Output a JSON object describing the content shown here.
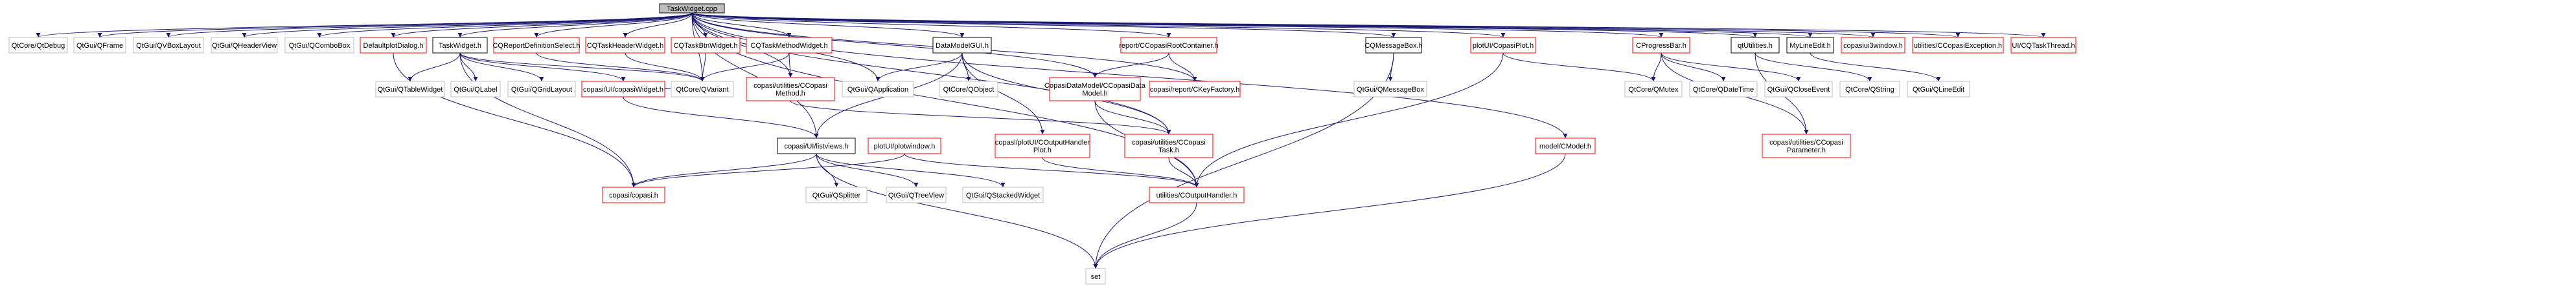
{
  "diagram": {
    "root": "TaskWidget.cpp",
    "nodes": [
      {
        "id": "root",
        "label": "TaskWidget.cpp",
        "style": "root"
      },
      {
        "id": "qdebug",
        "label": "QtCore/QtDebug",
        "style": "gray"
      },
      {
        "id": "qframe",
        "label": "QtGui/QFrame",
        "style": "gray"
      },
      {
        "id": "qvbox",
        "label": "QtGui/QVBoxLayout",
        "style": "gray"
      },
      {
        "id": "qheader",
        "label": "QtGui/QHeaderView",
        "style": "gray"
      },
      {
        "id": "qcombo",
        "label": "QtGui/QComboBox",
        "style": "gray"
      },
      {
        "id": "defplot",
        "label": "DefaultplotDialog.h",
        "style": "red"
      },
      {
        "id": "taskwh",
        "label": "TaskWidget.h",
        "style": "black"
      },
      {
        "id": "cqrepdef",
        "label": "CQReportDefinitionSelect.h",
        "style": "red"
      },
      {
        "id": "cqtaskhdr",
        "label": "CQTaskHeaderWidget.h",
        "style": "red"
      },
      {
        "id": "cqtaskbtn",
        "label": "CQTaskBtnWidget.h",
        "style": "red"
      },
      {
        "id": "cqtaskmeth",
        "label": "CQTaskMethodWidget.h",
        "style": "red"
      },
      {
        "id": "dmgui",
        "label": "DataModelGUI.h",
        "style": "black"
      },
      {
        "id": "repcont",
        "label": "report/CCopasiRootContainer.h",
        "style": "red"
      },
      {
        "id": "cqmsg",
        "label": "CQMessageBox.h",
        "style": "black"
      },
      {
        "id": "plotui",
        "label": "plotUI/CopasiPlot.h",
        "style": "red"
      },
      {
        "id": "cqprog",
        "label": "CProgressBar.h",
        "style": "red"
      },
      {
        "id": "qtutil",
        "label": "qtUtilities.h",
        "style": "black"
      },
      {
        "id": "mylineedit",
        "label": "MyLineEdit.h",
        "style": "black"
      },
      {
        "id": "copwin",
        "label": "copasiui3window.h",
        "style": "red"
      },
      {
        "id": "copexc",
        "label": "utilities/CCopasiException.h",
        "style": "red"
      },
      {
        "id": "cqtaskthr",
        "label": "UI/CQTaskThread.h",
        "style": "red"
      },
      {
        "id": "qtablew",
        "label": "QtGui/QTableWidget",
        "style": "gray"
      },
      {
        "id": "qlabel",
        "label": "QtGui/QLabel",
        "style": "gray"
      },
      {
        "id": "qgrid",
        "label": "QtGui/QGridLayout",
        "style": "gray"
      },
      {
        "id": "copwidget",
        "label": "copasi/UI/copasiWidget.h",
        "style": "red"
      },
      {
        "id": "qvariant",
        "label": "QtCore/QVariant",
        "style": "gray"
      },
      {
        "id": "copmeth",
        "label": "copasi/utilities/CCopasi\nMethod.h",
        "style": "red"
      },
      {
        "id": "qapp",
        "label": "QtGui/QApplication",
        "style": "gray"
      },
      {
        "id": "qobject",
        "label": "QtCore/QObject",
        "style": "gray"
      },
      {
        "id": "copdm",
        "label": "CopasiDataModel/CCopasiData\nModel.h",
        "style": "red"
      },
      {
        "id": "ckeyfac",
        "label": "copasi/report/CKeyFactory.h",
        "style": "red"
      },
      {
        "id": "qmsgbox",
        "label": "QtGui/QMessageBox",
        "style": "gray"
      },
      {
        "id": "qmutex",
        "label": "QtCore/QMutex",
        "style": "gray"
      },
      {
        "id": "qdatetime",
        "label": "QtCore/QDateTime",
        "style": "gray"
      },
      {
        "id": "qcloseev",
        "label": "QtGui/QCloseEvent",
        "style": "gray"
      },
      {
        "id": "qstring",
        "label": "QtCore/QString",
        "style": "gray"
      },
      {
        "id": "qlineedit",
        "label": "QtGui/QLineEdit",
        "style": "gray"
      },
      {
        "id": "listviews",
        "label": "copasi/UI/listviews.h",
        "style": "black"
      },
      {
        "id": "plotwin",
        "label": "plotUI/plotwindow.h",
        "style": "red"
      },
      {
        "id": "outhandplot",
        "label": "copasi/plotUI/COutputHandler\nPlot.h",
        "style": "red"
      },
      {
        "id": "coptask",
        "label": "copasi/utilities/CCopasi\nTask.h",
        "style": "red"
      },
      {
        "id": "coppar",
        "label": "copasi/utilities/CCopasi\nParameter.h",
        "style": "red"
      },
      {
        "id": "cmodel",
        "label": "model/CModel.h",
        "style": "red"
      },
      {
        "id": "copasih",
        "label": "copasi/copasi.h",
        "style": "red"
      },
      {
        "id": "qsplitter",
        "label": "QtGui/QSplitter",
        "style": "gray"
      },
      {
        "id": "qtreeview",
        "label": "QtGui/QTreeView",
        "style": "gray"
      },
      {
        "id": "qstacked",
        "label": "QtGui/QStackedWidget",
        "style": "gray"
      },
      {
        "id": "outhand",
        "label": "utilities/COutputHandler.h",
        "style": "red"
      },
      {
        "id": "set",
        "label": "set",
        "style": "gray"
      }
    ],
    "edges": [
      [
        "root",
        "qdebug"
      ],
      [
        "root",
        "qframe"
      ],
      [
        "root",
        "qvbox"
      ],
      [
        "root",
        "qheader"
      ],
      [
        "root",
        "qcombo"
      ],
      [
        "root",
        "defplot"
      ],
      [
        "root",
        "taskwh"
      ],
      [
        "root",
        "cqrepdef"
      ],
      [
        "root",
        "cqtaskhdr"
      ],
      [
        "root",
        "cqtaskbtn"
      ],
      [
        "root",
        "cqtaskmeth"
      ],
      [
        "root",
        "dmgui"
      ],
      [
        "root",
        "repcont"
      ],
      [
        "root",
        "cqmsg"
      ],
      [
        "root",
        "plotui"
      ],
      [
        "root",
        "cqprog"
      ],
      [
        "root",
        "qtutil"
      ],
      [
        "root",
        "mylineedit"
      ],
      [
        "root",
        "copwin"
      ],
      [
        "root",
        "copexc"
      ],
      [
        "root",
        "cqtaskthr"
      ],
      [
        "root",
        "qapp"
      ],
      [
        "root",
        "qvariant"
      ],
      [
        "root",
        "copmeth"
      ],
      [
        "root",
        "copdm"
      ],
      [
        "root",
        "ckeyfac"
      ],
      [
        "root",
        "coptask"
      ],
      [
        "root",
        "outhand"
      ],
      [
        "root",
        "cmodel"
      ],
      [
        "root",
        "listviews"
      ],
      [
        "taskwh",
        "qtablew"
      ],
      [
        "taskwh",
        "qlabel"
      ],
      [
        "taskwh",
        "qgrid"
      ],
      [
        "taskwh",
        "copwidget"
      ],
      [
        "taskwh",
        "qvariant"
      ],
      [
        "taskwh",
        "copasih"
      ],
      [
        "defplot",
        "copasih"
      ],
      [
        "cqrepdef",
        "qvariant"
      ],
      [
        "cqtaskhdr",
        "qvariant"
      ],
      [
        "cqtaskbtn",
        "qvariant"
      ],
      [
        "cqtaskmeth",
        "qvariant"
      ],
      [
        "cqtaskmeth",
        "copmeth"
      ],
      [
        "dmgui",
        "qapp"
      ],
      [
        "dmgui",
        "qobject"
      ],
      [
        "dmgui",
        "listviews"
      ],
      [
        "dmgui",
        "outhandplot"
      ],
      [
        "dmgui",
        "coptask"
      ],
      [
        "repcont",
        "copdm"
      ],
      [
        "repcont",
        "ckeyfac"
      ],
      [
        "copdm",
        "coptask"
      ],
      [
        "copdm",
        "outhand"
      ],
      [
        "cqmsg",
        "qmsgbox"
      ],
      [
        "cqmsg",
        "set"
      ],
      [
        "plotui",
        "qmutex"
      ],
      [
        "plotui",
        "outhand"
      ],
      [
        "cqprog",
        "qmutex"
      ],
      [
        "cqprog",
        "qdatetime"
      ],
      [
        "cqprog",
        "qcloseev"
      ],
      [
        "cqprog",
        "coppar"
      ],
      [
        "qtutil",
        "qstring"
      ],
      [
        "qtutil",
        "coppar"
      ],
      [
        "mylineedit",
        "qlineedit"
      ],
      [
        "copwidget",
        "listviews"
      ],
      [
        "copwidget",
        "qvariant"
      ],
      [
        "copmeth",
        "coptask"
      ],
      [
        "listviews",
        "copasih"
      ],
      [
        "listviews",
        "qsplitter"
      ],
      [
        "listviews",
        "qtreeview"
      ],
      [
        "listviews",
        "qstacked"
      ],
      [
        "listviews",
        "set"
      ],
      [
        "plotwin",
        "copasih"
      ],
      [
        "plotwin",
        "outhand"
      ],
      [
        "outhandplot",
        "outhand"
      ],
      [
        "coptask",
        "outhand"
      ],
      [
        "cmodel",
        "set"
      ],
      [
        "outhand",
        "set"
      ]
    ],
    "colors": {
      "edge": "#191970",
      "red_border": "#ff0000",
      "gray_border": "#bfbfbf",
      "black_border": "#000000",
      "root_fill": "#bfbfbf"
    }
  }
}
